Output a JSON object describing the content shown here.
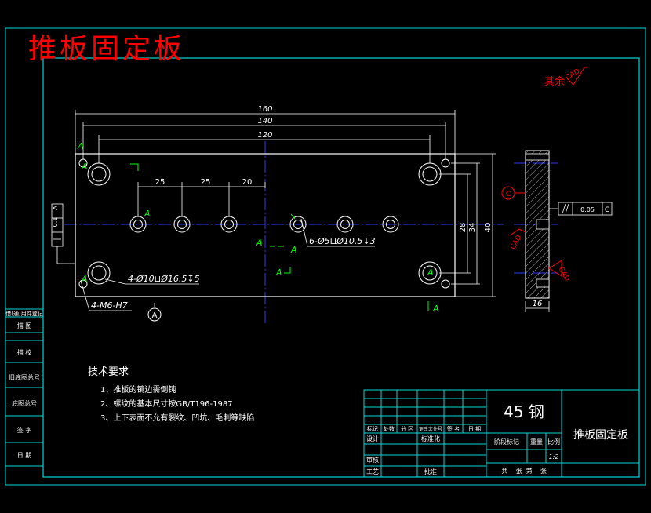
{
  "title_red": "推板固定板",
  "cad_note": {
    "label": "其余",
    "symbol": "CAD"
  },
  "dims": {
    "overall_width": "160",
    "hole_span_140": "140",
    "hole_span_120": "120",
    "pitch_1": "25",
    "pitch_2": "25",
    "pitch_3": "20",
    "height_28": "28",
    "height_34": "34",
    "height_40": "40",
    "thickness": "16"
  },
  "callouts": {
    "counterbore_large": "4-Ø10⊔Ø16.5↧5",
    "counterbore_small": "6-Ø5⊔Ø10.5↧3",
    "threaded": "4-M6-H7",
    "flatness_value": "0.1",
    "flatness_datum": "A",
    "parallel_value": "0.05",
    "parallel_datum": "C",
    "datum_a": "A",
    "datum_c": "C",
    "section_label": "A"
  },
  "tech_requirements": {
    "heading": "技术要求",
    "items": [
      "1、推板的镜边需倒钝",
      "2、螺纹的基本尺寸按GB/T196-1987",
      "3、上下表面不允有裂纹、凹坑、毛刺等缺陷"
    ]
  },
  "left_strip": [
    "借(通)用件登记",
    "描  图",
    "描  校",
    "旧底图总号",
    "底图总号",
    "签  字",
    "日  期"
  ],
  "title_block": {
    "material": "45 钢",
    "part_name": "推板固定板",
    "headers": [
      "标记",
      "处数",
      "分 区",
      "更改文件号",
      "签 名",
      "日 期"
    ],
    "design": "设计",
    "standardize": "标准化",
    "review": "审核",
    "process": "工艺",
    "approve": "批准",
    "stage_mark": "阶段标记",
    "weight": "重量",
    "scale_label": "比例",
    "scale": "1:2",
    "sheets": "共    张  第    张"
  },
  "colors": {
    "background": "#000000",
    "outline": "#ffffff",
    "frame": "#00d8d8",
    "centerline": "#2a3cff",
    "dimension": "#00d8d8",
    "datum": "#00ff00",
    "title_red": "#ff0000",
    "section_hatch": "#ffffff"
  }
}
